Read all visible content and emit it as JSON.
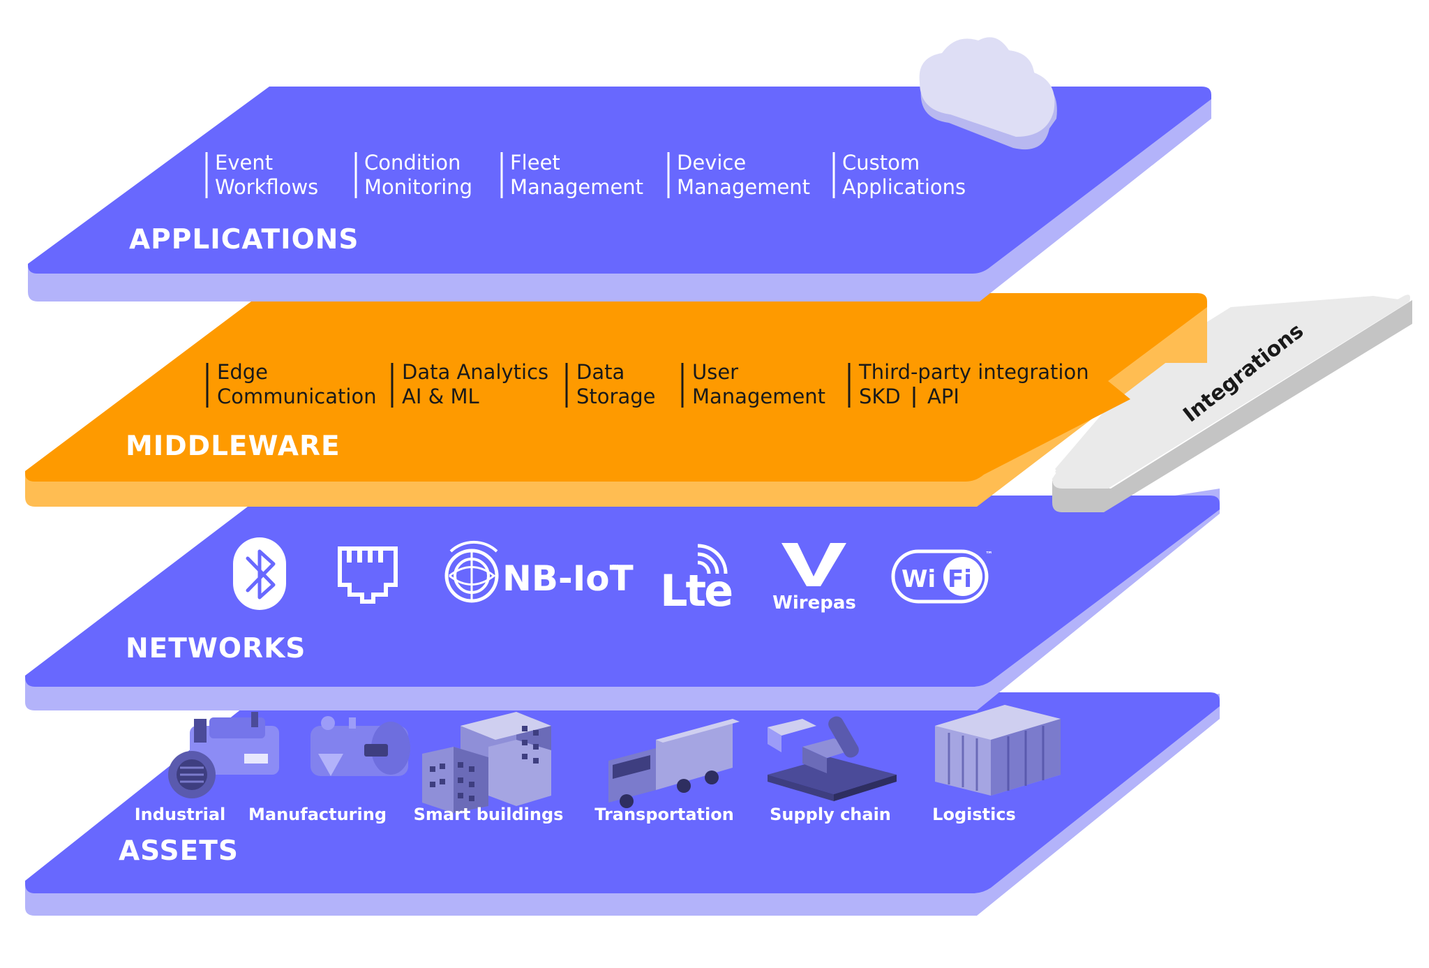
{
  "colors": {
    "blue_top": "#6868FE",
    "blue_side": "#B3B3FA",
    "orange_top": "#FE9A00",
    "orange_side": "#FFBD52",
    "gray_top": "#EAEAEA",
    "gray_side": "#C4C4C4",
    "cloud": "#DEDEF5",
    "cloud_side": "#B8B8F0"
  },
  "applications": {
    "title": "APPLICATIONS",
    "items": [
      {
        "line1": "Event",
        "line2": "Workflows"
      },
      {
        "line1": "Condition",
        "line2": "Monitoring"
      },
      {
        "line1": "Fleet",
        "line2": "Management"
      },
      {
        "line1": "Device",
        "line2": "Management"
      },
      {
        "line1": "Custom",
        "line2": "Applications"
      }
    ]
  },
  "middleware": {
    "title": "MIDDLEWARE",
    "items": [
      {
        "line1": "Edge",
        "line2": "Communication"
      },
      {
        "line1": "Data Analytics",
        "line2": "AI & ML"
      },
      {
        "line1": "Data",
        "line2": "Storage"
      },
      {
        "line1": "User",
        "line2": "Management"
      },
      {
        "line1": "Third-party integration",
        "line2a": "SKD",
        "line2b": "API"
      }
    ]
  },
  "integrations": {
    "label": "Integrations"
  },
  "networks": {
    "title": "NETWORKS",
    "items": [
      {
        "icon": "bluetooth-icon"
      },
      {
        "icon": "ethernet-port-icon"
      },
      {
        "icon": "nb-iot-logo",
        "label": "NB-IoT",
        "tm": "™"
      },
      {
        "icon": "lte-logo",
        "label": "Lte"
      },
      {
        "icon": "wirepas-logo",
        "label": "Wirepas"
      },
      {
        "icon": "wifi-logo",
        "label_a": "Wi",
        "label_b": "Fi",
        "tm": "™"
      }
    ]
  },
  "assets": {
    "title": "ASSETS",
    "items": [
      {
        "label": "Industrial",
        "icon": "industrial-pump-icon"
      },
      {
        "label": "Manufacturing",
        "icon": "manufacturing-machine-icon"
      },
      {
        "label": "Smart buildings",
        "icon": "buildings-icon"
      },
      {
        "label": "Transportation",
        "icon": "truck-icon"
      },
      {
        "label": "Supply chain",
        "icon": "robot-arm-icon"
      },
      {
        "label": "Logistics",
        "icon": "shipping-container-icon"
      }
    ]
  }
}
